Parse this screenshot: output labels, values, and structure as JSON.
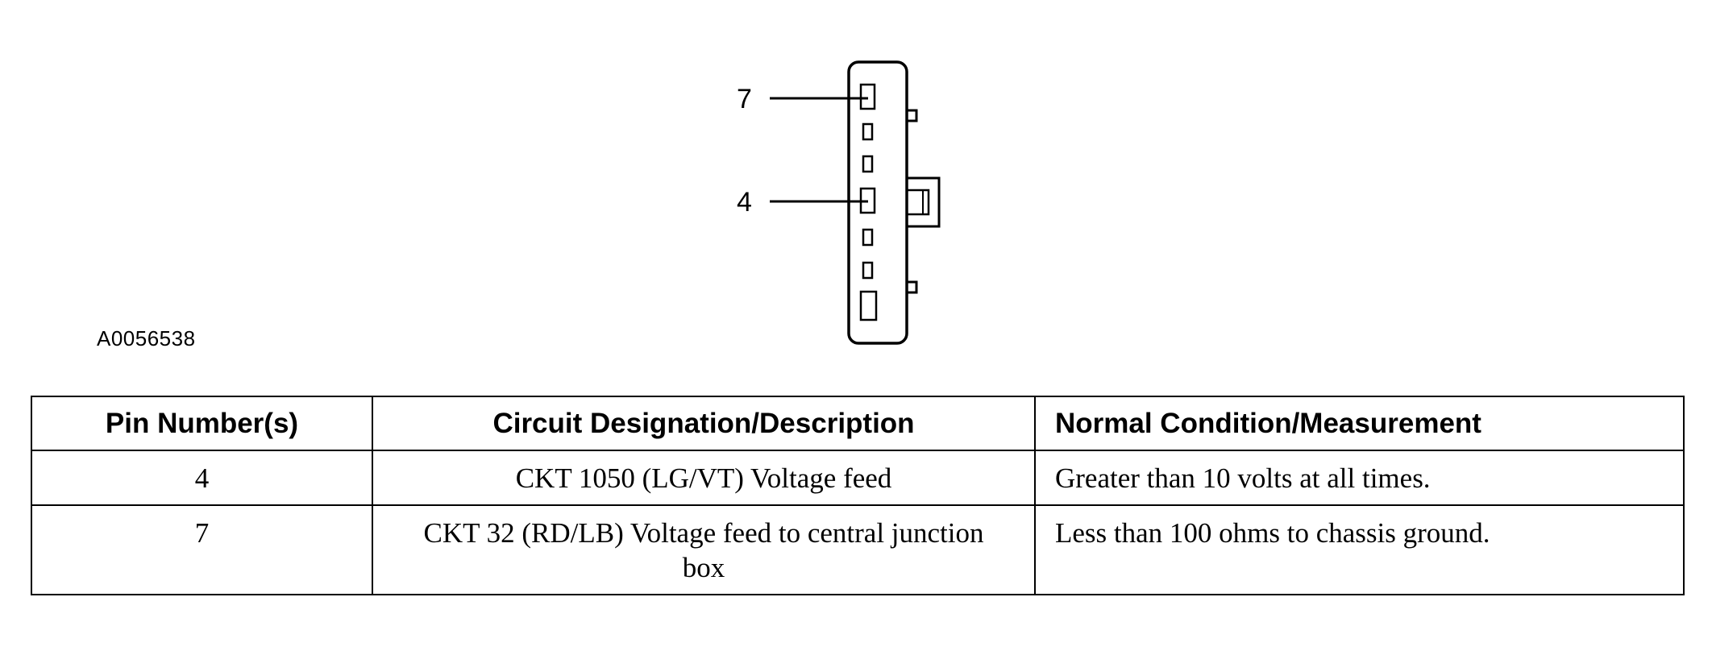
{
  "figure": {
    "id": "A0056538",
    "pin_labels": [
      "7",
      "4"
    ]
  },
  "table": {
    "headers": [
      "Pin Number(s)",
      "Circuit Designation/Description",
      "Normal Condition/Measurement"
    ],
    "rows": [
      {
        "pin": "4",
        "circuit": "CKT 1050 (LG/VT) Voltage feed",
        "condition": "Greater than 10 volts at all times."
      },
      {
        "pin": "7",
        "circuit": "CKT 32 (RD/LB) Voltage feed to central junction box",
        "condition": "Less than 100 ohms to chassis ground."
      }
    ]
  }
}
